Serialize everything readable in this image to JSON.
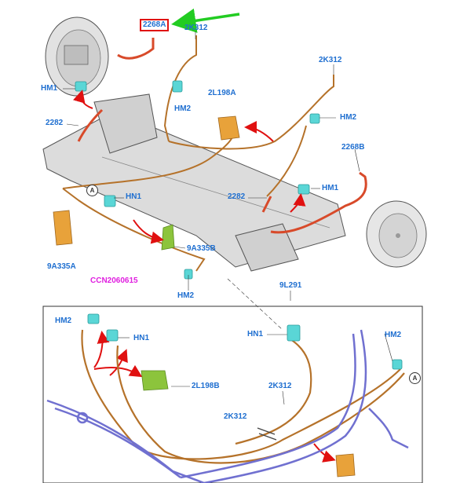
{
  "labels": {
    "part_2268A": "2268A",
    "part_2K312_top": "2K312",
    "part_2K312_right": "2K312",
    "part_HM1_left": "HM1",
    "part_HM2_upper": "HM2",
    "part_2L198A": "2L198A",
    "part_HM2_right": "HM2",
    "part_2282_left": "2282",
    "part_2268B": "2268B",
    "part_HN1_center": "HN1",
    "part_2282_right": "2282",
    "part_HM1_right": "HM1",
    "part_9A335B": "9A335B",
    "part_9A335A": "9A335A",
    "part_CCN": "CCN2060615",
    "part_HM2_lower": "HM2",
    "part_9L291": "9L291",
    "part_HM2_detail_left": "HM2",
    "part_HN1_detail_left": "HN1",
    "part_HN1_detail_mid": "HN1",
    "part_HM2_detail_right": "HM2",
    "part_2L198B": "2L198B",
    "part_2K312_detail": "2K312",
    "part_2K312_detail_lower": "2K312"
  },
  "callouts": {
    "circle_upper": "A",
    "circle_lower": "A"
  },
  "colors": {
    "label_blue": "#1f6fd0",
    "label_magenta": "#e020e0",
    "highlight_red": "#e01010",
    "pointer_green": "#22cc22",
    "brake_line_brown": "#b5722a",
    "hose_red": "#d84a2a",
    "clip_cyan": "#5ad6d6",
    "bracket_orange": "#e8a23a",
    "bracket_green": "#8cc43c",
    "fuel_line_blue": "#7070d0",
    "axle_gray": "#dcdcdc"
  }
}
